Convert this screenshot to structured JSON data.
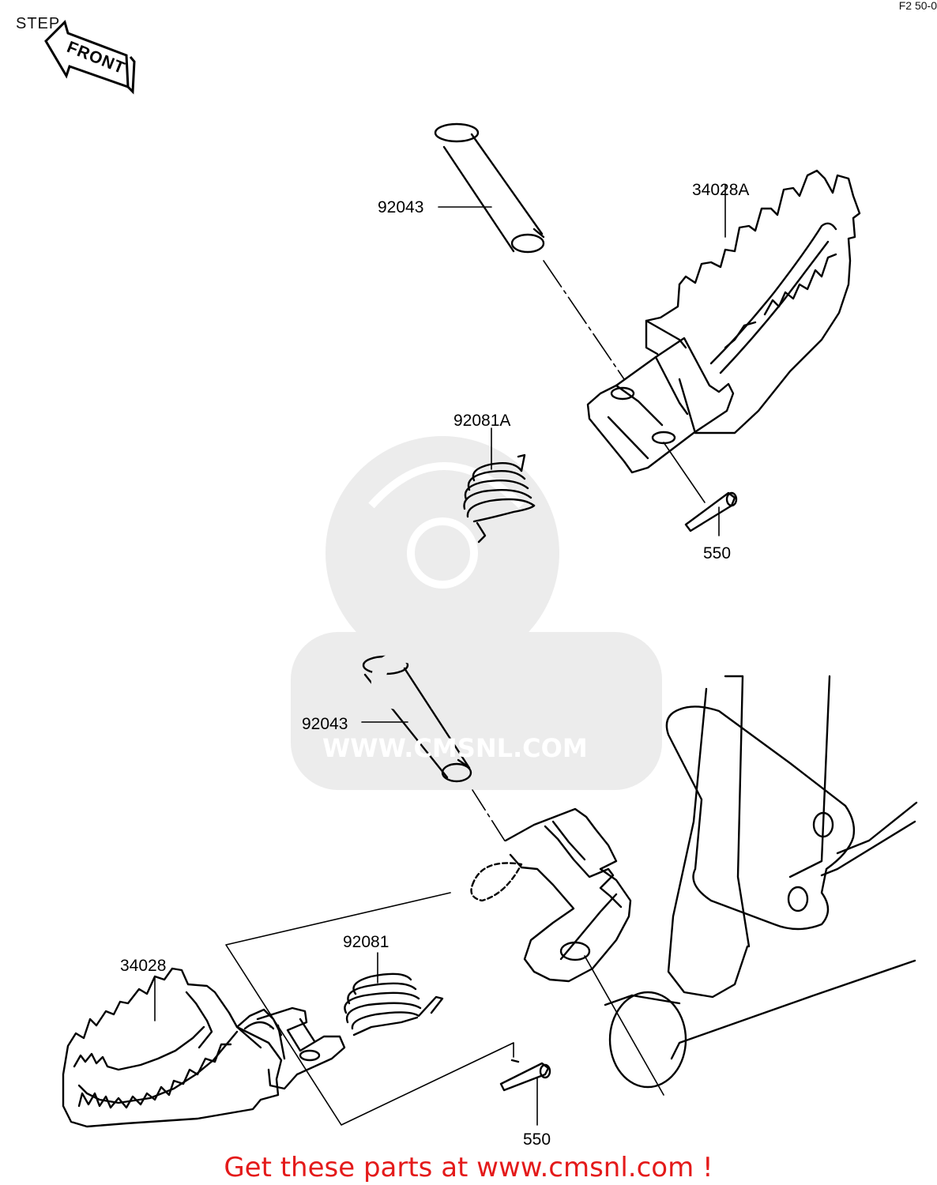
{
  "header": {
    "title": "STEP",
    "code": "F2 50-0"
  },
  "front_arrow": {
    "label": "FRONT"
  },
  "watermark": {
    "brand": "CMS",
    "url": "WWW.CMSNL.COM"
  },
  "callouts": {
    "pin_upper": "92043",
    "footpeg_upper": "34028A",
    "spring_upper": "92081A",
    "cotter_upper": "550",
    "pin_lower": "92043",
    "spring_lower": "92081",
    "footpeg_lower": "34028",
    "cotter_lower": "550"
  },
  "footer": {
    "cta": "Get these parts at www.cmsnl.com !"
  },
  "colors": {
    "line": "#000000",
    "cta": "#e41a1a",
    "watermark": "#e6e6e6"
  }
}
